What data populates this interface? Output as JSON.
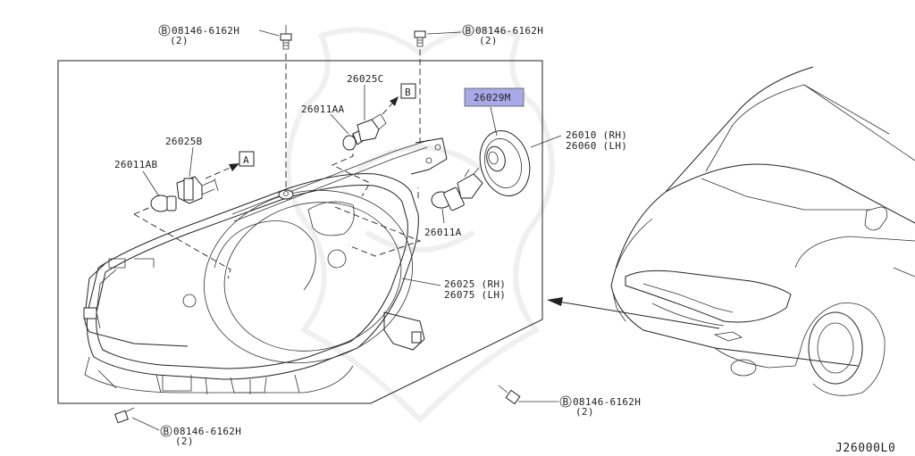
{
  "diagram_id": "J26000L0",
  "callouts": {
    "bolt_top_left": {
      "part": "08146-6162H",
      "qty": "(2)",
      "prefix": "B"
    },
    "bolt_top_right": {
      "part": "08146-6162H",
      "qty": "(2)",
      "prefix": "B"
    },
    "bolt_bottom_right": {
      "part": "08146-6162H",
      "qty": "(2)",
      "prefix": "B"
    },
    "bolt_bottom_left": {
      "part": "08146-6162H",
      "qty": "(2)",
      "prefix": "B"
    }
  },
  "parts": {
    "bulb_26025C": "26025C",
    "bulb_26011AA": "26011AA",
    "socket_26025B": "26025B",
    "bulb_26011AB": "26011AB",
    "cover_26029M": "26029M",
    "bulb_26011A": "26011A",
    "assy_rh_code": "26010 (RH)",
    "assy_lh_code": "26060 (LH)",
    "housing_rh_code": "26025 (RH)",
    "housing_lh_code": "26075 (LH)"
  },
  "markers": {
    "a": "A",
    "b": "B"
  },
  "colors": {
    "highlight": "#a9a9e8",
    "line": "#222222"
  }
}
